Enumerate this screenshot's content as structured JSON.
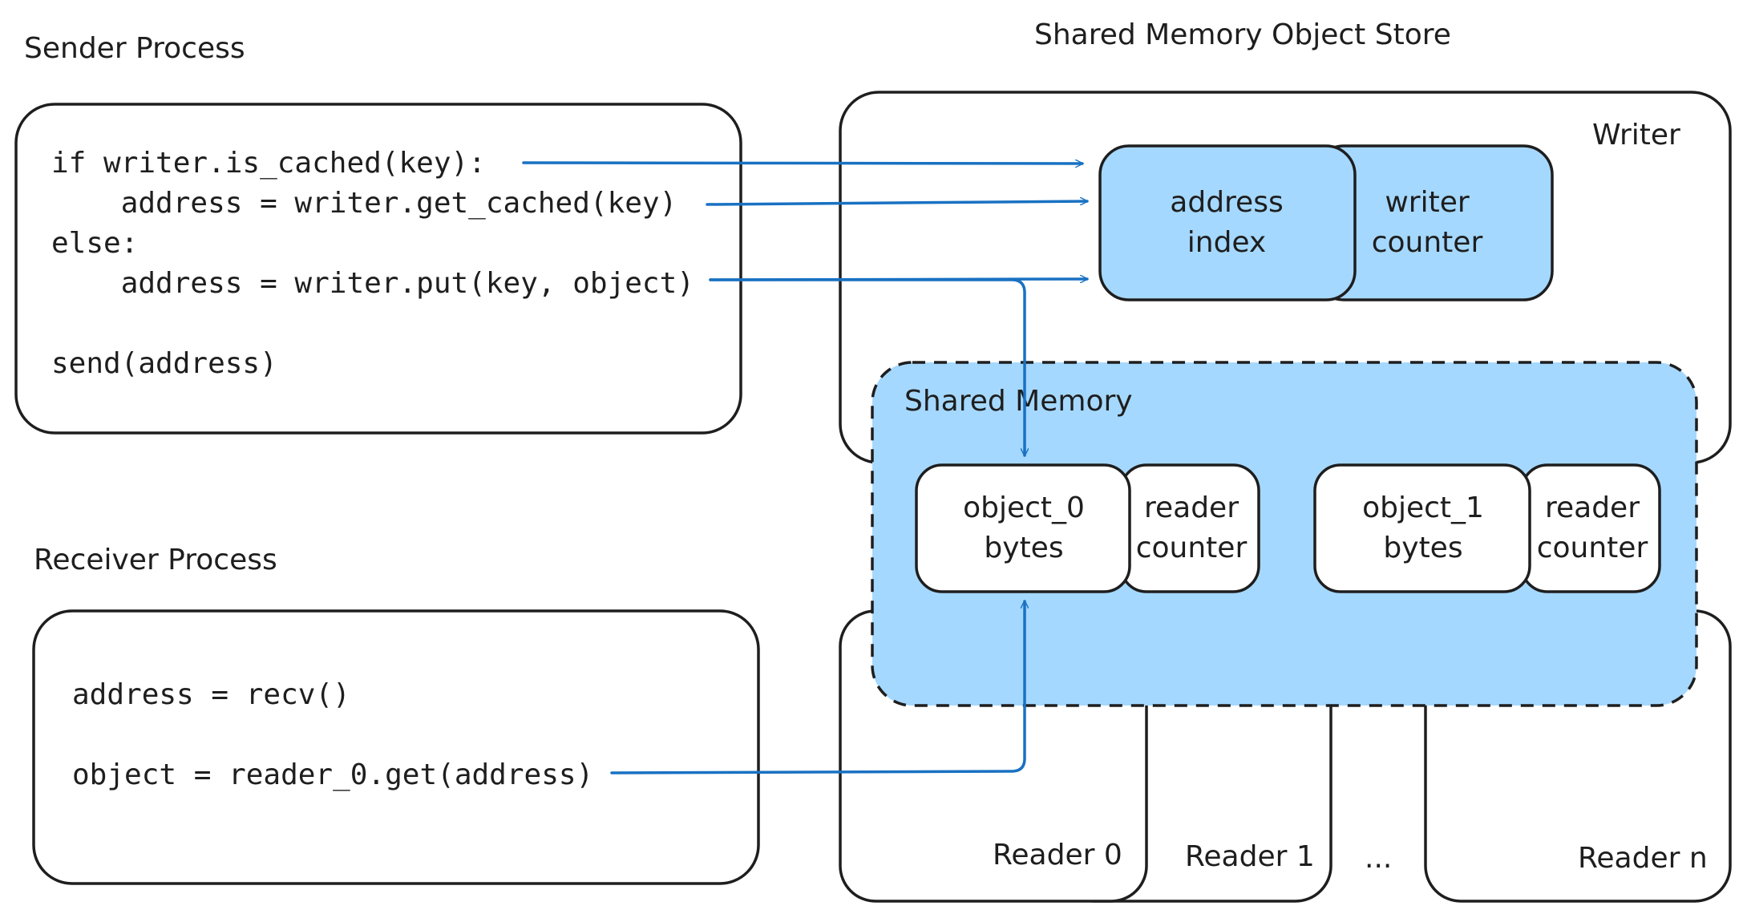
{
  "sender": {
    "title": "Sender Process",
    "code": [
      "if writer.is_cached(key):",
      "    address = writer.get_cached(key)",
      "else:",
      "    address = writer.put(key, object)",
      "",
      "send(address)"
    ]
  },
  "receiver": {
    "title": "Receiver Process",
    "code": [
      "address = recv()",
      "",
      "object = reader_0.get(address)"
    ]
  },
  "store": {
    "title": "Shared Memory Object Store",
    "writer_label": "Writer",
    "address_index": [
      "address",
      "index"
    ],
    "writer_counter": [
      "writer",
      "counter"
    ],
    "shared_memory_label": "Shared Memory",
    "objects": [
      {
        "bytes": [
          "object_0",
          "bytes"
        ],
        "counter": [
          "reader",
          "counter"
        ]
      },
      {
        "bytes": [
          "object_1",
          "bytes"
        ],
        "counter": [
          "reader",
          "counter"
        ]
      }
    ],
    "readers": [
      "Reader 0",
      "Reader 1",
      "...",
      "Reader n"
    ]
  },
  "colors": {
    "arrow": "#1971c2",
    "fill_blue": "#a5d8ff",
    "stroke": "#1e1e1e"
  }
}
